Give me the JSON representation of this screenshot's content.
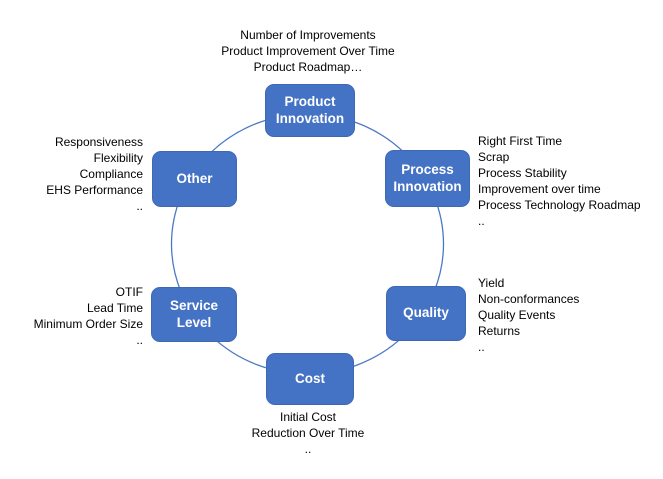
{
  "diagram": {
    "nodes": [
      {
        "id": "product-innovation",
        "label": "Product Innovation"
      },
      {
        "id": "process-innovation",
        "label": "Process Innovation"
      },
      {
        "id": "quality",
        "label": "Quality"
      },
      {
        "id": "cost",
        "label": "Cost"
      },
      {
        "id": "service-level",
        "label": "Service Level"
      },
      {
        "id": "other",
        "label": "Other"
      }
    ],
    "kpis": {
      "product_innovation": [
        "Number of Improvements",
        "Product Improvement Over Time",
        "Product Roadmap…"
      ],
      "process_innovation": [
        "Right First Time",
        "Scrap",
        "Process Stability",
        "Improvement over time",
        "Process Technology Roadmap",
        ".."
      ],
      "quality": [
        "Yield",
        "Non-conformances",
        "Quality Events",
        "Returns",
        ".."
      ],
      "cost": [
        "Initial Cost",
        "Reduction Over Time",
        ".."
      ],
      "service_level": [
        "OTIF",
        "Lead Time",
        "Minimum Order Size",
        ".."
      ],
      "other": [
        "Responsiveness",
        "Flexibility",
        "Compliance",
        "EHS Performance",
        ".."
      ]
    },
    "colors": {
      "node_fill": "#4472C4",
      "node_border": "#3E68B2",
      "node_text": "#FFFFFF",
      "circle_stroke": "#4C79C7",
      "label_text": "#000000",
      "background": "#FFFFFF"
    }
  }
}
